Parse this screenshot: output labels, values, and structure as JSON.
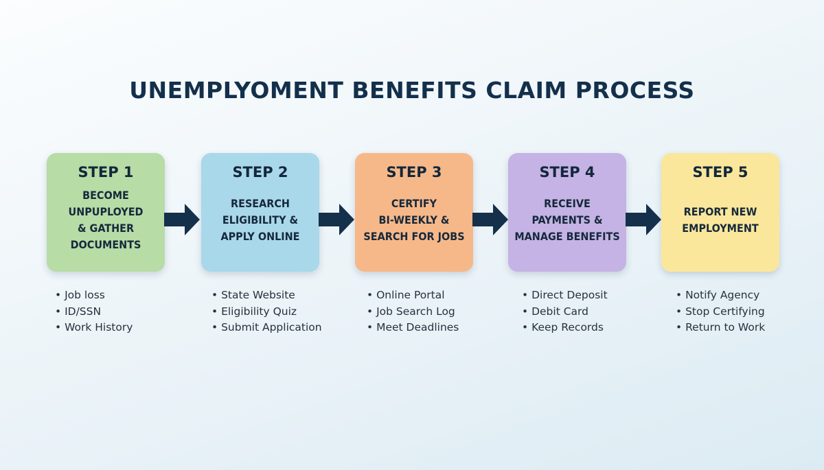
{
  "title": "UNEMPLYOMENT BENEFITS CLAIM PROCESS",
  "steps": [
    {
      "label": "STEP 1",
      "text": "BECOME\nUNPUPLOYED\n& GATHER\nDOCUMENTS",
      "color": "#b7dca6",
      "bullets": [
        "Job loss",
        "ID/SSN",
        "Work History"
      ]
    },
    {
      "label": "STEP 2",
      "text": "RESEARCH\nELIGIBILITY &\nAPPLY ONLINE",
      "color": "#a9d8ea",
      "bullets": [
        "State Website",
        "Eligibility Quiz",
        "Submit Application"
      ]
    },
    {
      "label": "STEP 3",
      "text": "CERTIFY\nBI-WEEKLY &\nSEARCH FOR JOBS",
      "color": "#f7b889",
      "bullets": [
        "Online Portal",
        "Job Search Log",
        "Meet Deadlines"
      ]
    },
    {
      "label": "STEP 4",
      "text": "RECEIVE\nPAYMENTS &\nMANAGE BENEFITS",
      "color": "#c4b3e4",
      "bullets": [
        "Direct Deposit",
        "Debit Card",
        "Keep Records"
      ]
    },
    {
      "label": "STEP 5",
      "text": "REPORT NEW\nEMPLOYMENT",
      "color": "#fbe79b",
      "bullets": [
        "Notify Agency",
        "Stop Certifying",
        "Return to Work"
      ]
    }
  ],
  "arrow_color": "#15304b"
}
